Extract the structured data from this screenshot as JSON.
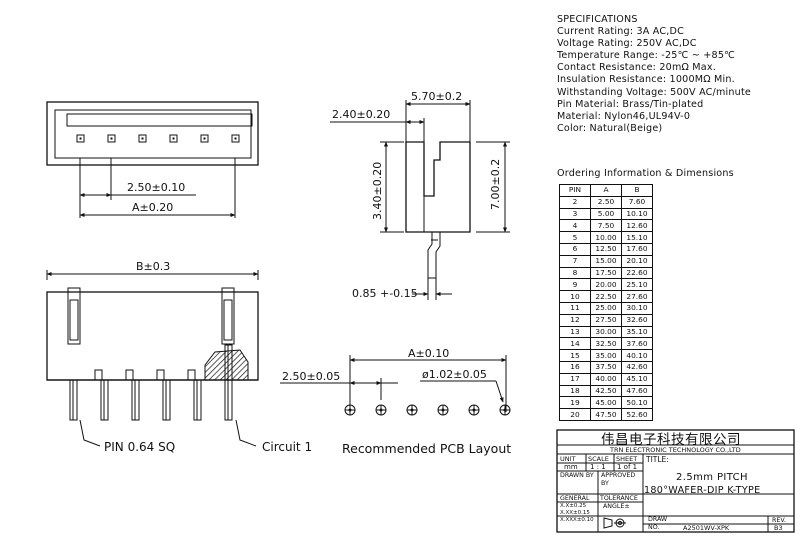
{
  "specifications": {
    "heading": "SPECIFICATIONS",
    "lines": [
      "Current Rating:  3A AC,DC",
      "Voltage Rating:  250V AC,DC",
      "Temperature Range:  -25℃ ~ +85℃",
      "Contact Resistance:  20mΩ Max.",
      "Insulation Resistance:  1000MΩ Min.",
      "Withstanding Voltage:  500V AC/minute",
      "Pin Material:  Brass/Tin-plated",
      "Material:  Nylon46,UL94V-0",
      "Color:  Natural(Beige)"
    ]
  },
  "ordering": {
    "heading": "Ordering Information & Dimensions",
    "columns": [
      "PIN",
      "A",
      "B"
    ],
    "rows": [
      [
        "2",
        "2.50",
        "7.60"
      ],
      [
        "3",
        "5.00",
        "10.10"
      ],
      [
        "4",
        "7.50",
        "12.60"
      ],
      [
        "5",
        "10.00",
        "15.10"
      ],
      [
        "6",
        "12.50",
        "17.60"
      ],
      [
        "7",
        "15.00",
        "20.10"
      ],
      [
        "8",
        "17.50",
        "22.60"
      ],
      [
        "9",
        "20.00",
        "25.10"
      ],
      [
        "10",
        "22.50",
        "27.60"
      ],
      [
        "11",
        "25.00",
        "30.10"
      ],
      [
        "12",
        "27.50",
        "32.60"
      ],
      [
        "13",
        "30.00",
        "35.10"
      ],
      [
        "14",
        "32.50",
        "37.60"
      ],
      [
        "15",
        "35.00",
        "40.10"
      ],
      [
        "16",
        "37.50",
        "42.60"
      ],
      [
        "17",
        "40.00",
        "45.10"
      ],
      [
        "18",
        "42.50",
        "47.60"
      ],
      [
        "19",
        "45.00",
        "50.10"
      ],
      [
        "20",
        "47.50",
        "52.60"
      ]
    ]
  },
  "drawing": {
    "dim_pitch": "2.50±0.10",
    "dim_a_top": "A±0.20",
    "dim_b": "B±0.3",
    "dim_width": "5.70±0.2",
    "dim_offset": "2.40±0.20",
    "dim_pin_height": "3.40±0.20",
    "dim_height": "7.00±0.2",
    "dim_pin_width": "0.85 +-0.15",
    "dim_a_pcb": "A±0.10",
    "dim_pcb_pitch": "2.50±0.05",
    "dim_hole": "ø1.02±0.05",
    "label_pin": "PIN 0.64 SQ",
    "label_circuit": "Circuit 1",
    "label_pcb": "Recommended PCB Layout"
  },
  "title_block": {
    "company_cn": "伟昌电子科技有限公司",
    "company_en": "TRN ELECTRONIC TECHNOLOGY CO.,LTD",
    "unit_label": "UNIT",
    "unit_value": "mm",
    "scale_label": "SCALE",
    "scale_value": "1 : 1",
    "sheet_label": "SHEET",
    "sheet_value": "1 of 1",
    "title_label": "TITLE:",
    "title_line1": "2.5mm PITCH",
    "title_line2": "180°WAFER-DIP K-TYPE",
    "drawn_by": "DRAWN BY",
    "approved_by_1": "APPROVED",
    "approved_by_2": "BY",
    "general": "GENERAL",
    "tolerance": "TOLERANCE",
    "tol1": "X.X±0.25",
    "tol2": "X.XX±0.15",
    "tol3": "X.XXX±0.10",
    "angle": "ANGLE±",
    "draw_no_label1": "DRAW",
    "draw_no_label2": "NO.",
    "draw_no": "A2501WV-XPK",
    "rev_label": "REV.",
    "rev_value": "B3"
  }
}
